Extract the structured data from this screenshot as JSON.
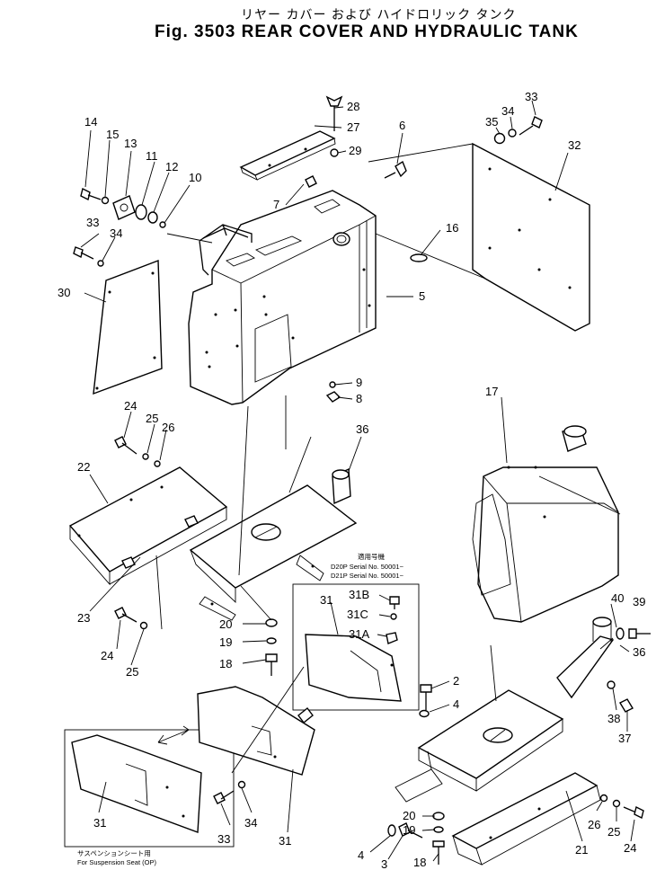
{
  "title_jp": "リヤー カバー および ハイドロリック タンク",
  "title": "Fig. 3503 REAR COVER AND HYDRAULIC TANK",
  "serial_note": {
    "jp": "適用号機",
    "line1": "D20P  Serial No. 50001~",
    "line2": "D21P  Serial No. 50001~"
  },
  "suspension_note": {
    "jp": "サスペンションシート用",
    "en": "For Suspension Seat (OP)"
  },
  "callouts": {
    "n28": "28",
    "n27": "27",
    "n29": "29",
    "n6": "6",
    "n7": "7",
    "n33a": "33",
    "n34a": "34",
    "n35": "35",
    "n32": "32",
    "n14": "14",
    "n15": "15",
    "n13": "13",
    "n11": "11",
    "n12": "12",
    "n10": "10",
    "n33b": "33",
    "n34b": "34",
    "n30": "30",
    "n16": "16",
    "n5": "5",
    "n9": "9",
    "n8": "8",
    "n17": "17",
    "n24a": "24",
    "n25a": "25",
    "n26a": "26",
    "n22": "22",
    "n36a": "36",
    "n23": "23",
    "n24b": "24",
    "n25b": "25",
    "n20a": "20",
    "n19a": "19",
    "n18a": "18",
    "n31a": "31",
    "n31B": "31B",
    "n31C": "31C",
    "n31A": "31A",
    "n40": "40",
    "n39": "39",
    "n36b": "36",
    "n38": "38",
    "n37": "37",
    "n2": "2",
    "n4a": "4",
    "n31b": "31",
    "n33c": "33",
    "n34c": "34",
    "n31c": "31",
    "n20b": "20",
    "n19b": "19",
    "n4b": "4",
    "n3": "3",
    "n18b": "18",
    "n26b": "26",
    "n25c": "25",
    "n24c": "24",
    "n21": "21"
  }
}
